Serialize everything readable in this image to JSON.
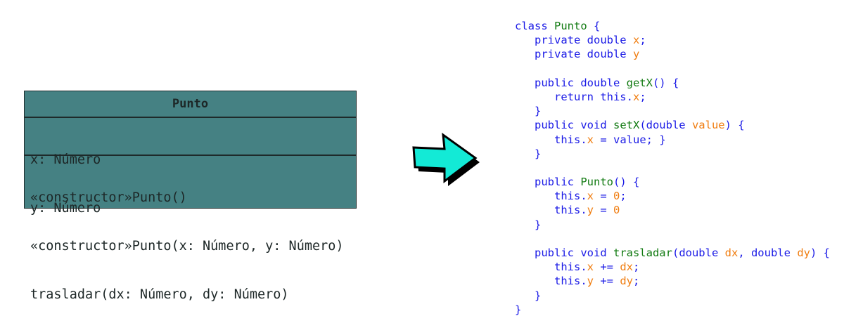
{
  "uml": {
    "class_name": "Punto",
    "attributes": [
      "x: Número",
      "y: Número"
    ],
    "operations": [
      "«constructor»Punto()",
      "«constructor»Punto(x: Número, y: Número)",
      "trasladar(dx: Número, dy: Número)"
    ],
    "fill_color": "#458183"
  },
  "arrow": {
    "icon": "right-arrow-icon",
    "fill_color": "#13ead6"
  },
  "code": {
    "colors": {
      "keyword": "#1a1ae6",
      "name": "#117a11",
      "variable": "#f07d10"
    },
    "lines": [
      [
        [
          "class ",
          "k"
        ],
        [
          "Punto",
          "n"
        ],
        [
          " {",
          "k"
        ]
      ],
      [
        [
          "   private double ",
          "k"
        ],
        [
          "x",
          "v"
        ],
        [
          ";",
          "k"
        ]
      ],
      [
        [
          "   private double ",
          "k"
        ],
        [
          "y",
          "v"
        ]
      ],
      [],
      [
        [
          "   public double ",
          "k"
        ],
        [
          "getX",
          "n"
        ],
        [
          "() {",
          "k"
        ]
      ],
      [
        [
          "      return this.",
          "k"
        ],
        [
          "x",
          "v"
        ],
        [
          ";",
          "k"
        ]
      ],
      [
        [
          "   }",
          "k"
        ]
      ],
      [
        [
          "   public void ",
          "k"
        ],
        [
          "setX",
          "n"
        ],
        [
          "(double ",
          "k"
        ],
        [
          "value",
          "v"
        ],
        [
          ") {",
          "k"
        ]
      ],
      [
        [
          "      this.",
          "k"
        ],
        [
          "x",
          "v"
        ],
        [
          " = value; }",
          "k"
        ]
      ],
      [
        [
          "   }",
          "k"
        ]
      ],
      [],
      [
        [
          "   public ",
          "k"
        ],
        [
          "Punto",
          "n"
        ],
        [
          "() {",
          "k"
        ]
      ],
      [
        [
          "      this.",
          "k"
        ],
        [
          "x",
          "v"
        ],
        [
          " = ",
          "k"
        ],
        [
          "0",
          "v"
        ],
        [
          ";",
          "k"
        ]
      ],
      [
        [
          "      this.",
          "k"
        ],
        [
          "y",
          "v"
        ],
        [
          " = ",
          "k"
        ],
        [
          "0",
          "v"
        ]
      ],
      [
        [
          "   }",
          "k"
        ]
      ],
      [],
      [
        [
          "   public void ",
          "k"
        ],
        [
          "trasladar",
          "n"
        ],
        [
          "(double ",
          "k"
        ],
        [
          "dx",
          "v"
        ],
        [
          ", double ",
          "k"
        ],
        [
          "dy",
          "v"
        ],
        [
          ") {",
          "k"
        ]
      ],
      [
        [
          "      this.",
          "k"
        ],
        [
          "x",
          "v"
        ],
        [
          " += ",
          "k"
        ],
        [
          "dx",
          "v"
        ],
        [
          ";",
          "k"
        ]
      ],
      [
        [
          "      this.",
          "k"
        ],
        [
          "y",
          "v"
        ],
        [
          " += ",
          "k"
        ],
        [
          "dy",
          "v"
        ],
        [
          ";",
          "k"
        ]
      ],
      [
        [
          "   }",
          "k"
        ]
      ],
      [
        [
          "}",
          "k"
        ]
      ]
    ]
  }
}
